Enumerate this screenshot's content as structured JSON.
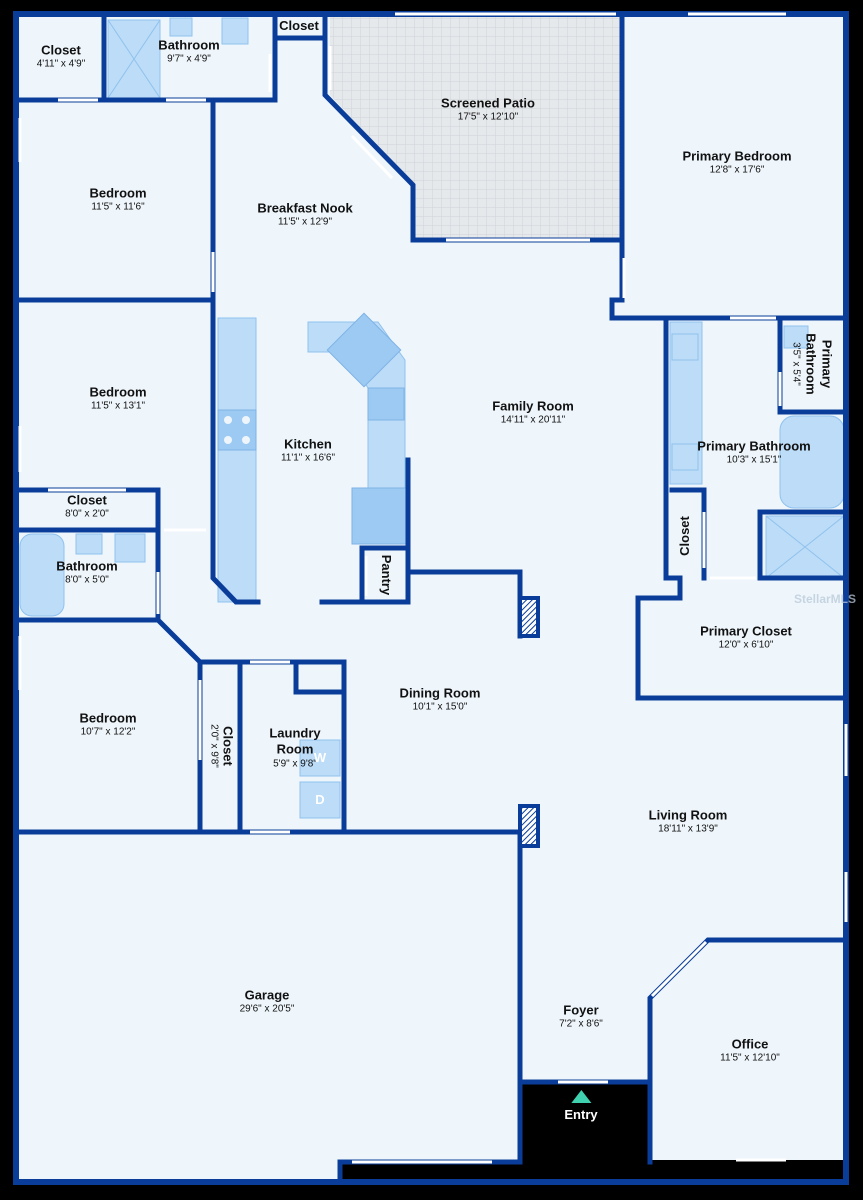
{
  "rooms": {
    "closet_nw": {
      "name": "Closet",
      "dims": "4'11\" x 4'9\""
    },
    "bathroom_n": {
      "name": "Bathroom",
      "dims": "9'7\" x 4'9\""
    },
    "closet_n": {
      "name": "Closet",
      "dims": ""
    },
    "screened_patio": {
      "name": "Screened Patio",
      "dims": "17'5\" x 12'10\""
    },
    "primary_bedroom": {
      "name": "Primary Bedroom",
      "dims": "12'8\" x 17'6\""
    },
    "bedroom_1": {
      "name": "Bedroom",
      "dims": "11'5\" x 11'6\""
    },
    "breakfast_nook": {
      "name": "Breakfast Nook",
      "dims": "11'5\" x 12'9\""
    },
    "bedroom_2": {
      "name": "Bedroom",
      "dims": "11'5\" x 13'1\""
    },
    "kitchen": {
      "name": "Kitchen",
      "dims": "11'1\" x 16'6\""
    },
    "family_room": {
      "name": "Family Room",
      "dims": "14'11\" x 20'11\""
    },
    "primary_bathroom_small": {
      "name": "Primary Bathroom",
      "dims": "3'5\" x 5'4\""
    },
    "primary_bathroom": {
      "name": "Primary Bathroom",
      "dims": "10'3\" x 15'1\""
    },
    "closet_w": {
      "name": "Closet",
      "dims": "8'0\" x 2'0\""
    },
    "bathroom_w": {
      "name": "Bathroom",
      "dims": "8'0\" x 5'0\""
    },
    "pantry": {
      "name": "Pantry",
      "dims": ""
    },
    "closet_primary_bath": {
      "name": "Closet",
      "dims": ""
    },
    "primary_closet": {
      "name": "Primary Closet",
      "dims": "12'0\" x 6'10\""
    },
    "bedroom_3": {
      "name": "Bedroom",
      "dims": "10'7\" x 12'2\""
    },
    "closet_hall": {
      "name": "Closet",
      "dims": "2'0\" x 9'8\""
    },
    "laundry_room": {
      "name": "Laundry Room",
      "dims": "5'9\" x 9'8\""
    },
    "dining_room": {
      "name": "Dining Room",
      "dims": "10'1\" x 15'0\""
    },
    "living_room": {
      "name": "Living Room",
      "dims": "18'11\" x 13'9\""
    },
    "garage": {
      "name": "Garage",
      "dims": "29'6\" x 20'5\""
    },
    "foyer": {
      "name": "Foyer",
      "dims": "7'2\" x 8'6\""
    },
    "office": {
      "name": "Office",
      "dims": "11'5\" x 12'10\""
    }
  },
  "appliances": {
    "washer": "W",
    "dryer": "D"
  },
  "entry_label": "Entry",
  "watermark": "StellarMLS",
  "colors": {
    "wall": "#0a3d99",
    "floor": "#eef6fc",
    "fixture": "#bcdcf7",
    "patio": "#e4e7ea",
    "entry_marker": "#3fd1b0"
  }
}
